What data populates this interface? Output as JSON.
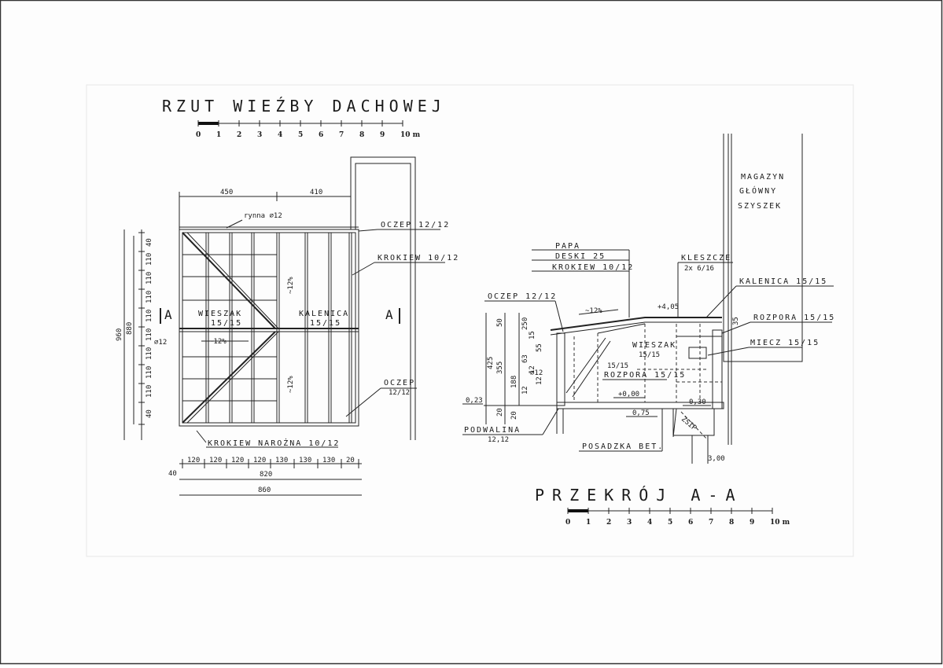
{
  "plan": {
    "title": "RZUT WIEŹBY DACHOWEJ",
    "scale": {
      "ticks": [
        "0",
        "1",
        "2",
        "3",
        "4",
        "5",
        "6",
        "7",
        "8",
        "9",
        "10 m"
      ]
    },
    "labels": {
      "rynna": "rynna ∅12",
      "oczep_top": "OCZEP 12/12",
      "krokiew": "KROKIEW 10/12",
      "wieszak": "WIESZAK",
      "wieszak_dim": "15/15",
      "kalenica": "KALENICA",
      "kalenica_dim": "15/15",
      "phi12": "∅12",
      "slope_h": "~12%",
      "slope_v1": "~12%",
      "slope_v2": "~12%",
      "oczep_bottom": "OCZEP",
      "oczep_bottom_dim": "12/12",
      "krokiew_narozna": "KROKIEW NAROŻNA 10/12",
      "section_mark_left": "A",
      "section_mark_right": "A"
    },
    "dims_top": [
      "450",
      "410"
    ],
    "dims_left_outer": "960",
    "dims_left_mid": "880",
    "dims_left_small": [
      "40",
      "110",
      "110",
      "110",
      "110",
      "110",
      "110",
      "110",
      "110",
      "40"
    ],
    "dims_bottom_row1": [
      "120",
      "120",
      "120",
      "120",
      "130",
      "130",
      "130",
      "20"
    ],
    "dims_bottom_row1_left": "40",
    "dims_bottom_row2": "820",
    "dims_bottom_row3": "860"
  },
  "section": {
    "title": "PRZEKRÓJ A-A",
    "scale": {
      "ticks": [
        "0",
        "1",
        "2",
        "3",
        "4",
        "5",
        "6",
        "7",
        "8",
        "9",
        "10 m"
      ]
    },
    "magazyn": [
      "MAGAZYN",
      "GŁÓWNY",
      "SZYSZEK"
    ],
    "layers": [
      "PAPA",
      "DESKI 25",
      "KROKIEW 10/12"
    ],
    "labels": {
      "kleszcze": "KLESZCZE",
      "kleszcze_dim": "2x 6/16",
      "kalenica": "KALENICA 15/15",
      "rozpora_right": "ROZPORA 15/15",
      "miecz": "MIECZ 15/15",
      "oczep": "OCZEP 12/12",
      "slope": "~12%",
      "wieszak": "WIESZAK",
      "wieszak_dim": "15/15",
      "dim_1515": "15/15",
      "rozpora": "ROZPORA 15/15",
      "phi12": "∅12",
      "podwalina": "PODWALINA",
      "podwalina_dim": "12,12",
      "posadzka": "POSADZKA BET.",
      "ziemia": "ZSIP"
    },
    "levels": {
      "l405": "+4,05",
      "l000": "+0,00",
      "l075": "0,75",
      "l030": "0,30",
      "l023": "0,23",
      "l300": "3,00"
    },
    "dims_left": [
      "425",
      "355",
      "50",
      "188",
      "20",
      "20"
    ],
    "dims_inner": [
      "250",
      "15",
      "55",
      "63",
      "12",
      "12",
      "12"
    ],
    "dim_35": "35"
  }
}
